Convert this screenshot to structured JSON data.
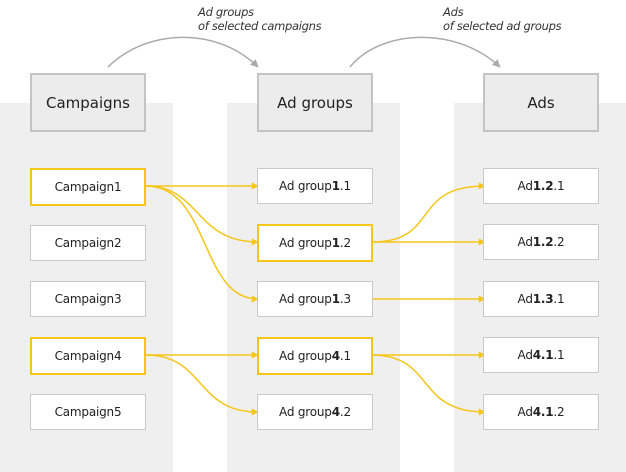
{
  "colors": {
    "selected": "#f5c518",
    "box_border": "#c9c9c9",
    "column_bg": "#efefef",
    "arrow_gray": "#aaaaaa"
  },
  "notes": {
    "n1": {
      "line1": "Ad groups",
      "line2": "of selected campaigns"
    },
    "n2": {
      "line1": "Ads",
      "line2": "of selected ad groups"
    }
  },
  "headers": {
    "campaigns": "Campaigns",
    "adgroups": "Ad groups",
    "ads": "Ads"
  },
  "campaigns": [
    {
      "prefix": "Campaign ",
      "bold": "",
      "rest": "1",
      "selected": true
    },
    {
      "prefix": "Campaign ",
      "bold": "",
      "rest": "2",
      "selected": false
    },
    {
      "prefix": "Campaign ",
      "bold": "",
      "rest": "3",
      "selected": false
    },
    {
      "prefix": "Campaign ",
      "bold": "",
      "rest": "4",
      "selected": true
    },
    {
      "prefix": "Campaign ",
      "bold": "",
      "rest": "5",
      "selected": false
    }
  ],
  "adgroups": [
    {
      "prefix": "Ad group ",
      "bold": "1",
      "rest": ".1",
      "selected": false
    },
    {
      "prefix": "Ad group ",
      "bold": "1",
      "rest": ".2",
      "selected": true
    },
    {
      "prefix": "Ad group ",
      "bold": "1",
      "rest": ".3",
      "selected": false
    },
    {
      "prefix": "Ad group ",
      "bold": "4",
      "rest": ".1",
      "selected": true
    },
    {
      "prefix": "Ad group ",
      "bold": "4",
      "rest": ".2",
      "selected": false
    }
  ],
  "ads": [
    {
      "prefix": "Ad ",
      "bold": "1.2",
      "rest": ".1",
      "selected": false
    },
    {
      "prefix": "Ad ",
      "bold": "1.2",
      "rest": ".2",
      "selected": false
    },
    {
      "prefix": "Ad ",
      "bold": "1.3",
      "rest": ".1",
      "selected": false
    },
    {
      "prefix": "Ad ",
      "bold": "4.1",
      "rest": ".1",
      "selected": false
    },
    {
      "prefix": "Ad ",
      "bold": "4.1",
      "rest": ".2",
      "selected": false
    }
  ]
}
